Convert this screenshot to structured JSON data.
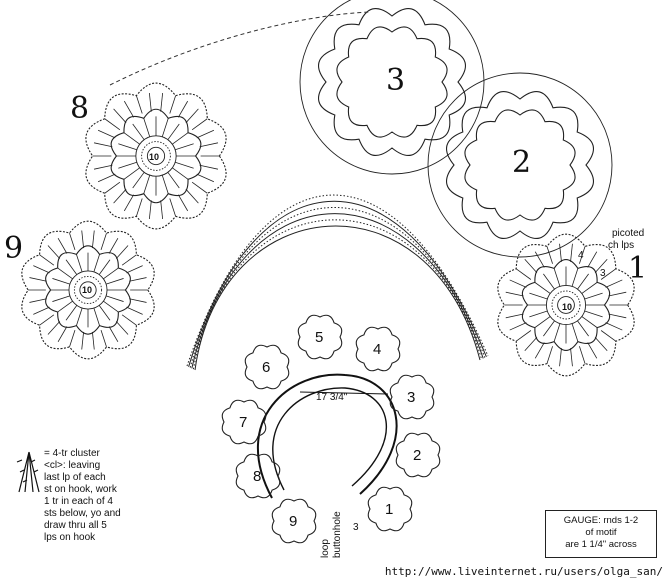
{
  "motif_labels": {
    "m1": "1",
    "m2": "2",
    "m3": "3",
    "m8": "8",
    "m9": "9"
  },
  "center_label": "10",
  "picot_label_1": "picoted",
  "picot_label_2": "ch lps",
  "small_round_labels": {
    "r3": "3",
    "r4": "4"
  },
  "schematic": {
    "measure": "17 3/4\"",
    "loop_label_1": "loop",
    "loop_label_2": "buttonhole",
    "side_mark": "3",
    "flowers": [
      "1",
      "2",
      "3",
      "4",
      "5",
      "6",
      "7",
      "8",
      "9"
    ]
  },
  "legend": {
    "lines": [
      "= 4-tr cluster",
      "<cl>: leaving",
      "last lp of each",
      "st on hook, work",
      "1 tr in each of 4",
      "sts below, yo and",
      "draw thru all 5",
      "lps on hook"
    ]
  },
  "gauge": {
    "line1": "GAUGE: rnds 1-2",
    "line2": "of motif",
    "line3": "are 1 1/4\" across"
  },
  "watermark": "http://www.liveinternet.ru/users/olga_san/"
}
